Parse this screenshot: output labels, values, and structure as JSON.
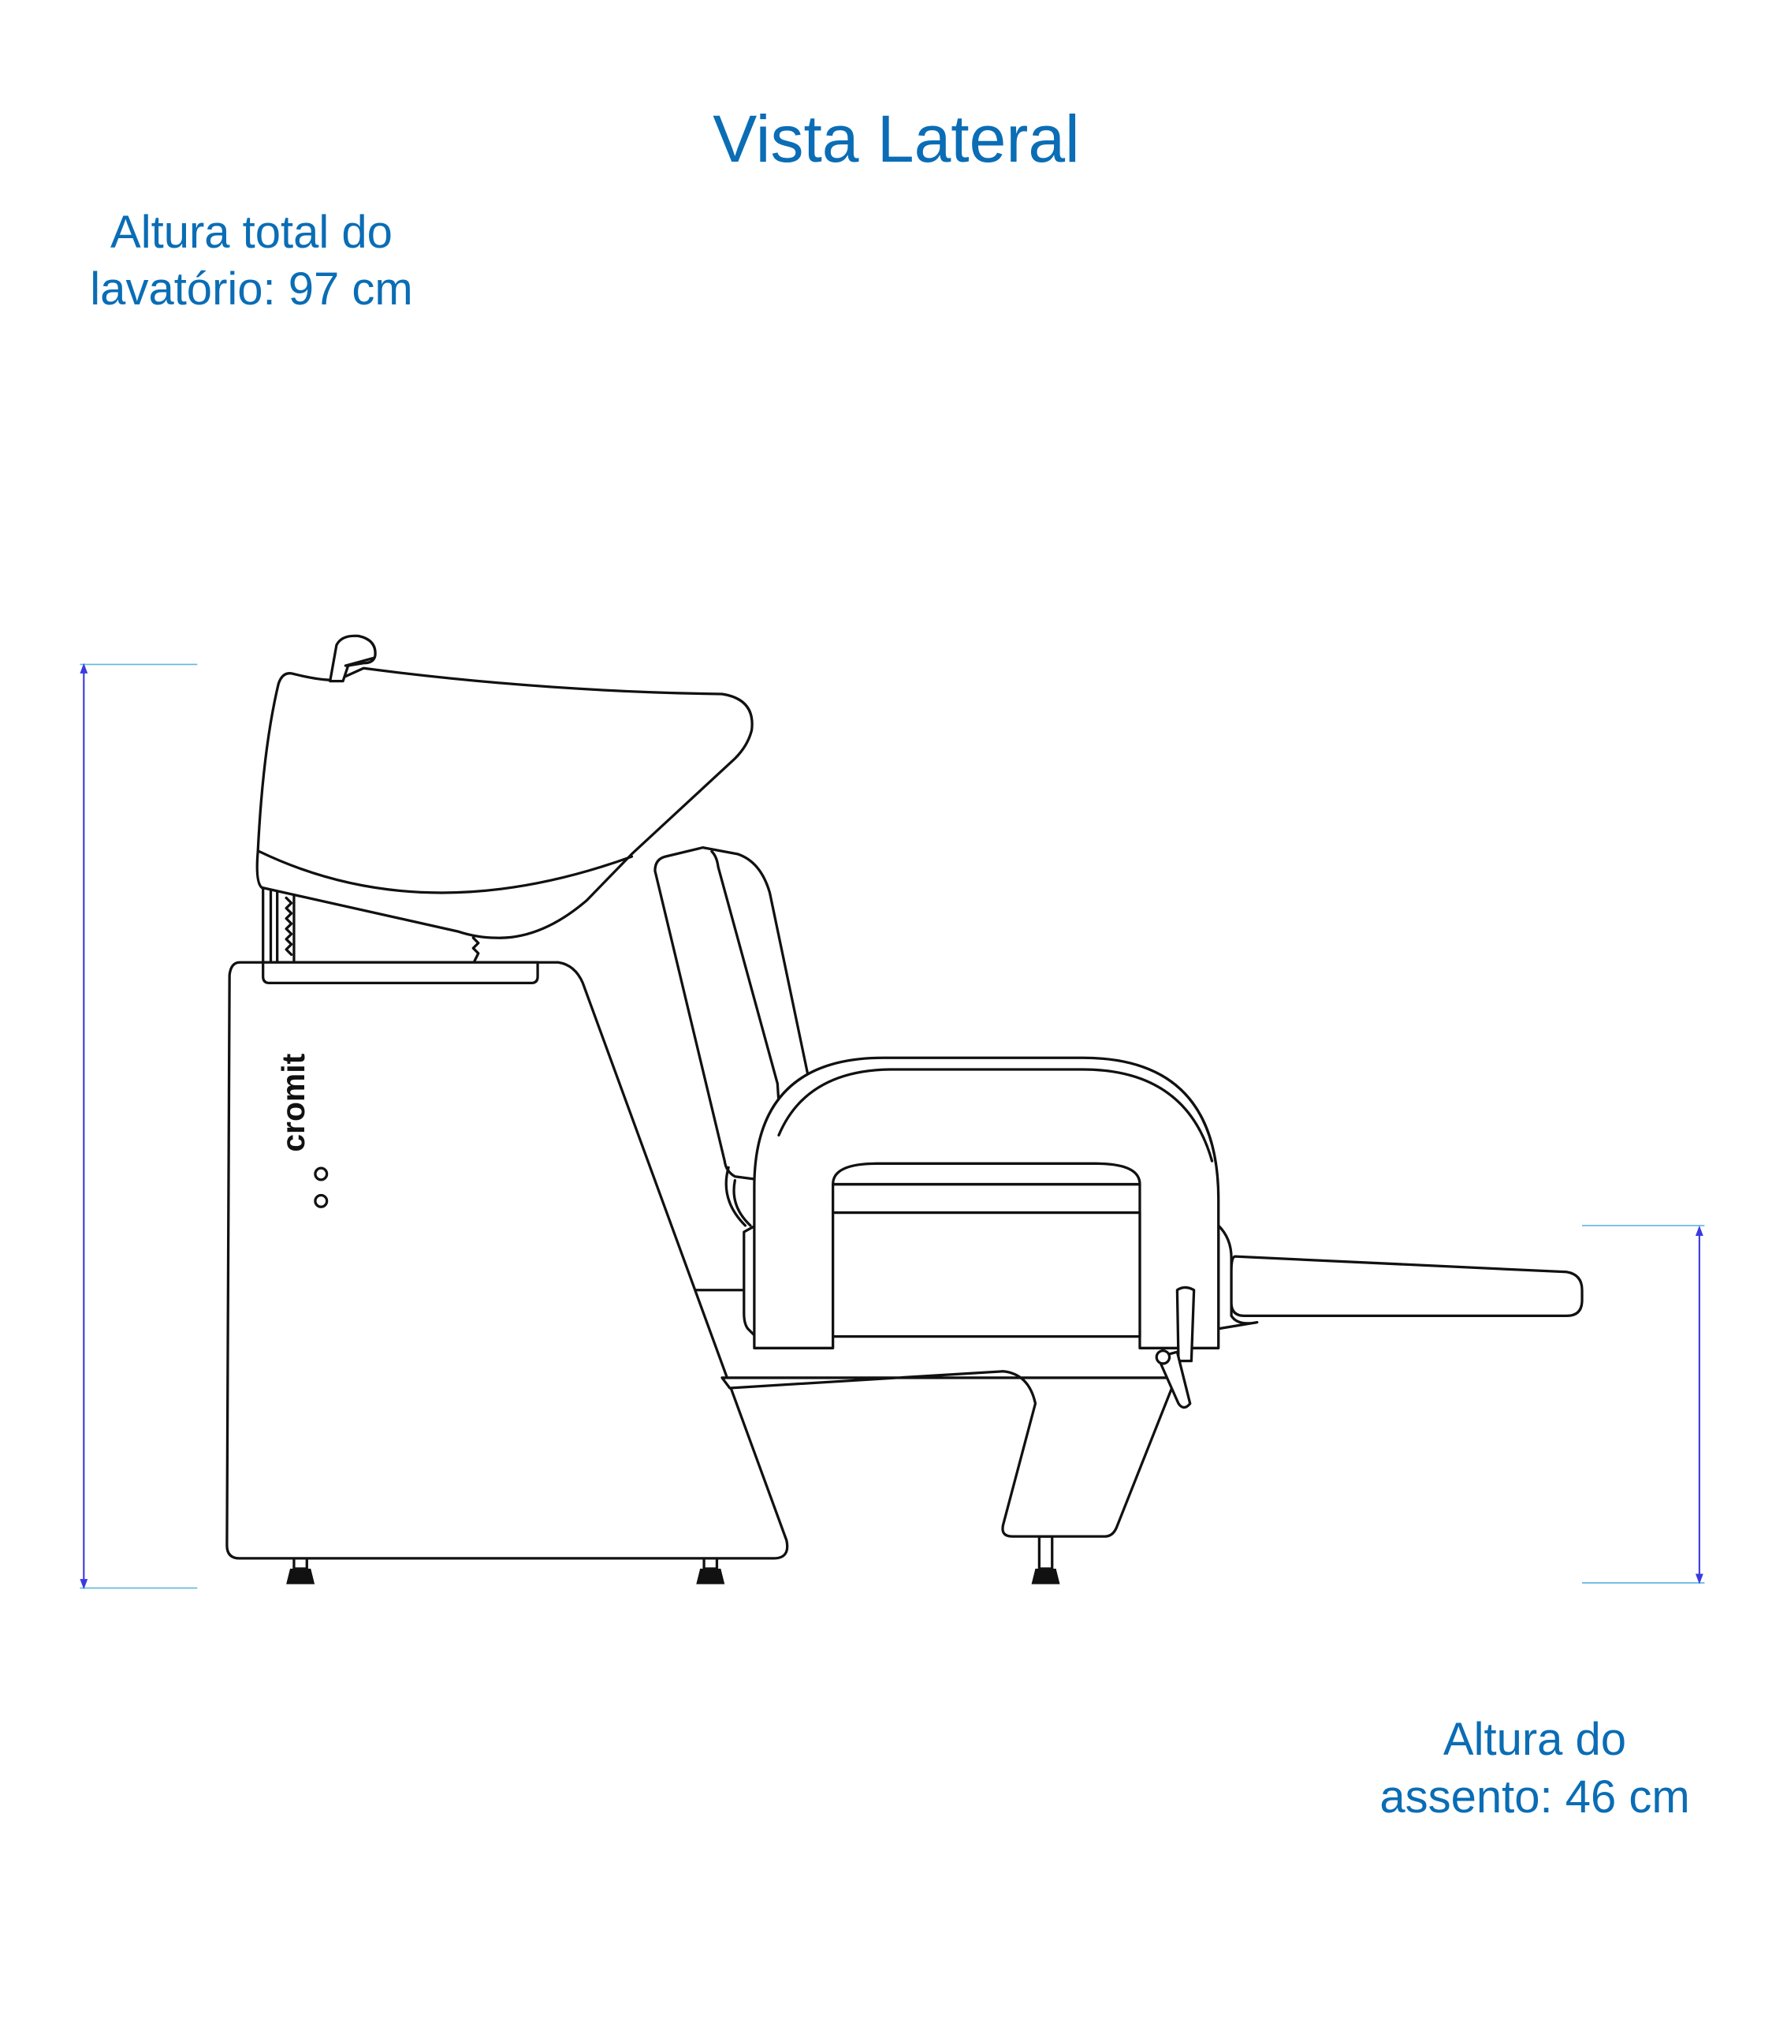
{
  "title": "Vista Lateral",
  "total_height": {
    "lines": [
      "Altura total do",
      "lavatório: 97 cm"
    ],
    "value_cm": 97
  },
  "seat_height": {
    "lines": [
      "Altura do",
      "assento: 46 cm"
    ],
    "value_cm": 46
  },
  "brand_logo": "cromit",
  "colors": {
    "label": "#0a6db5",
    "dimension_line": "#3a3ae0",
    "extension_line": "#5fb8e0",
    "drawing": "#111111"
  }
}
